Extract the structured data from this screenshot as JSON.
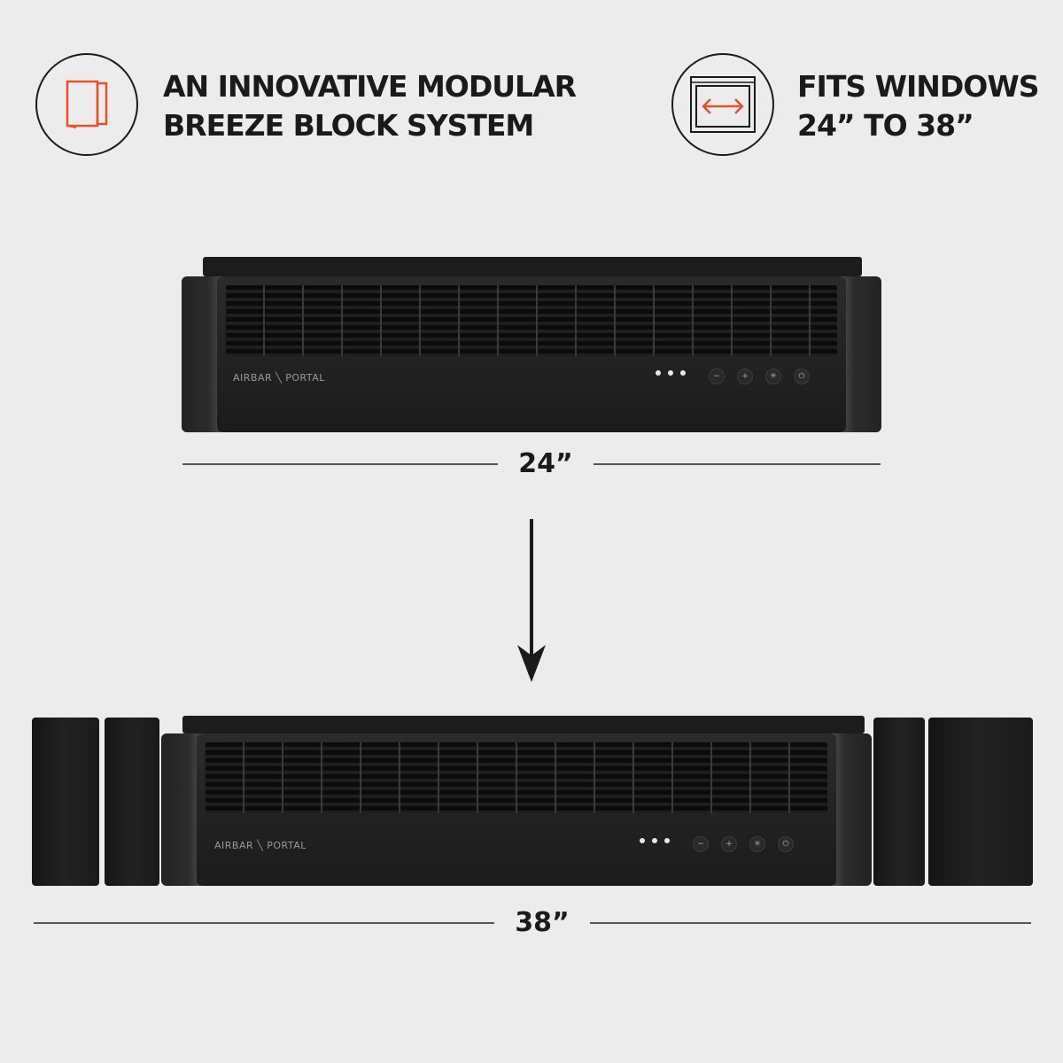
{
  "features": [
    {
      "icon": "modular-blocks-icon",
      "line1": "AN INNOVATIVE MODULAR",
      "line2": "BREEZE BLOCK SYSTEM"
    },
    {
      "icon": "window-width-icon",
      "line1": "FITS WINDOWS",
      "line2": "24” TO 38”"
    }
  ],
  "units": [
    {
      "brand": "AIRBAR ╲ PORTAL",
      "width_label": "24”"
    },
    {
      "brand": "AIRBAR ╲ PORTAL",
      "width_label": "38”"
    }
  ],
  "controls": [
    "−",
    "+",
    "✳",
    "⏻"
  ],
  "colors": {
    "accent": "#e8502a",
    "dark": "#1a1a1a",
    "background": "#ececec"
  }
}
